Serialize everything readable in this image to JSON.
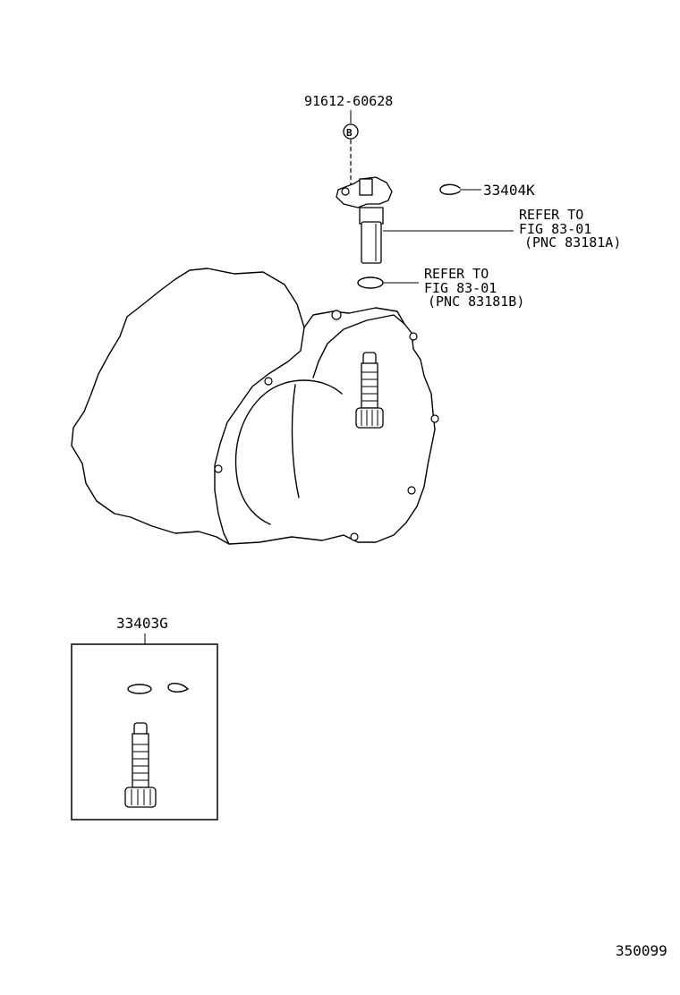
{
  "labels": {
    "bolt_part_no": "91612-60628",
    "bolt_callout_letter": "B",
    "clip_part_no": "33404K",
    "sensor_ref_line1": "REFER TO",
    "sensor_ref_line2": "FIG 83-01",
    "sensor_ref_line3": "(PNC 83181A)",
    "oring_ref_line1": "REFER TO",
    "oring_ref_line2": "FIG 83-01",
    "oring_ref_line3": "(PNC 83181B)",
    "kit_part_no": "33403G",
    "figure_no": "350099"
  }
}
